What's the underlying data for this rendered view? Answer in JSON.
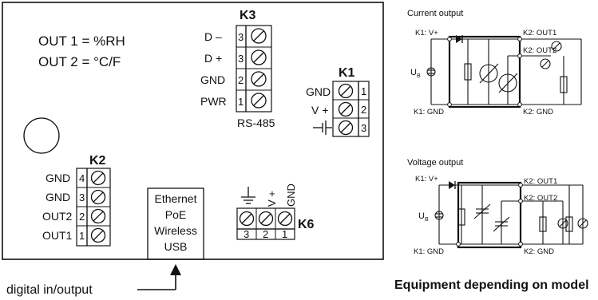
{
  "board": {
    "out_lines": [
      "OUT 1 = %RH",
      "OUT 2 = °C/F"
    ],
    "k3": {
      "title": "K3",
      "rows": [
        {
          "name": "D –",
          "num": "3"
        },
        {
          "name": "D +",
          "num": "3"
        },
        {
          "name": "GND",
          "num": "2"
        },
        {
          "name": "PWR",
          "num": "1"
        }
      ],
      "caption": "RS-485"
    },
    "k1": {
      "title": "K1",
      "rows": [
        {
          "name": "GND",
          "num": "1"
        },
        {
          "name": "V +",
          "num": "2"
        },
        {
          "name": "",
          "num": "3"
        }
      ]
    },
    "k2": {
      "title": "K2",
      "rows": [
        {
          "name": "GND",
          "num": "4"
        },
        {
          "name": "GND",
          "num": "3"
        },
        {
          "name": "OUT2",
          "num": "2"
        },
        {
          "name": "OUT1",
          "num": "1"
        }
      ]
    },
    "module": [
      "Ethernet",
      "PoE",
      "Wireless",
      "USB"
    ],
    "k6": {
      "title": "K6",
      "top_labels": [
        "V +",
        "GND"
      ],
      "nums": [
        "3",
        "2",
        "1"
      ]
    },
    "digital_label": "digital in/output"
  },
  "current": {
    "title": "Current output",
    "k1_vplus": "K1: V+",
    "k1_gnd": "K1: GND",
    "k2_out1": "K2: OUT1",
    "k2_out2": "K2: OUT2",
    "k2_gnd": "K2: GND",
    "ub": "U",
    "ub_sub": "B"
  },
  "voltage": {
    "title": "Voltage output",
    "k1_vplus": "K1: V+",
    "k1_gnd": "K1: GND",
    "k2_out1": "K2: OUT1",
    "k2_out2": "K2: OUT2",
    "k2_gnd": "K2: GND",
    "ub": "U",
    "ub_sub": "B"
  },
  "footer": "Equipment depending on model"
}
